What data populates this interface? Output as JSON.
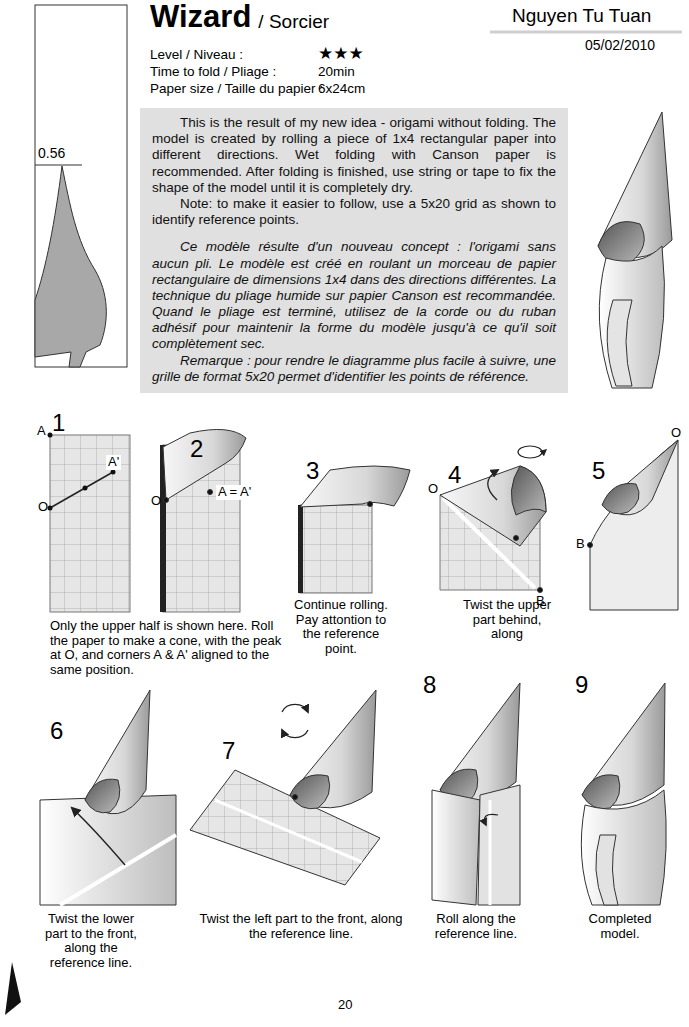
{
  "diagram": {
    "title": "Wizard",
    "nodes": [
      {
        "text": [
          "This is the result of my new idea - origami without folding. The model is created by rolling a piece of 1x4 rectangular paper into different directions. Wet folding with Canson paper is recommended. After folding is finished, use string or tape to fix the shape of the model until it is completely dry.",
          "Note: to make it easier to follow, use a 5x20 grid as shown to identify reference points.",
          "Ce modèle résulte d'un nouveau concept : l'origami sans aucun pli. Le modèle est créé en roulant un morceau de papier rectangulaire de dimensions 1x4 dans des directions différentes. La technique du pliage humide sur papier Canson est recommandée. Quand le pliage est terminé, utilisez de la corde ou du ruban adhésif pour maintenir la forme du modèle jusqu'à ce qu'il soit complètement sec.",
          "Remarque : pour rendre le diagramme plus facile à suivre, une grille de format 5x20 permet d'identifier les points de référence."
        ]
      }
    ],
    "labels": [
      "/ Sorcier",
      "Nguyen Tu Tuan",
      "05/02/2010",
      "Level / Niveau :",
      "★★★",
      "Time to fold / Pliage :",
      "20min",
      "Paper size / Taille du papier :",
      "6x24cm",
      "0.56",
      "1",
      "A",
      "A'",
      "O",
      "2",
      "O",
      "A = A'",
      "3",
      "4",
      "O",
      "B",
      "5",
      "O",
      "B",
      "Only the upper half is shown here. Roll the paper to make a cone, with the peak at O, and corners A & A' aligned to the same position.",
      "Continue rolling. Pay attontion to the reference point.",
      "Twist the upper part behind, along",
      "6",
      "7",
      "8",
      "9",
      "Twist the lower part to the front, along the reference line.",
      "Twist the left part to the front, along the reference line.",
      "Roll along the reference line.",
      "Completed model.",
      "20"
    ]
  }
}
